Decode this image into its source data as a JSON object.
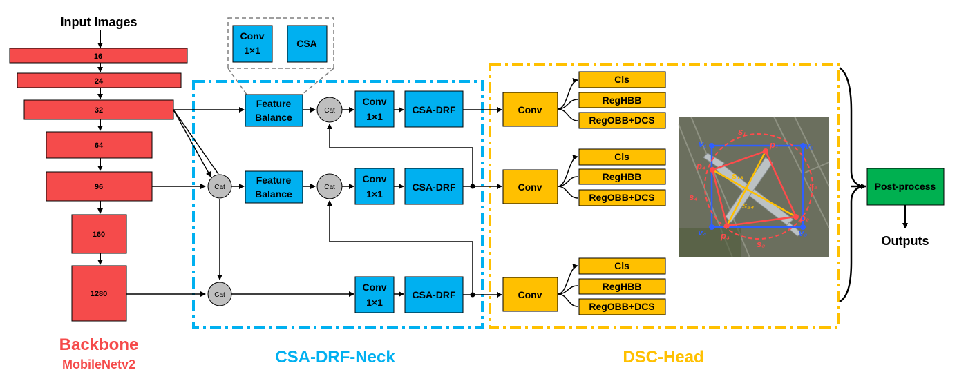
{
  "colors": {
    "backbone": "#f54b4b",
    "neck": "#00b0f0",
    "head": "#ffc000",
    "post": "#00b050",
    "cat": "#bfbfbf",
    "inset_dash": "#7f7f7f"
  },
  "input_label": "Input Images",
  "outputs_label": "Outputs",
  "backbone": {
    "title": "Backbone",
    "subtitle": "MobileNetv2",
    "stages": [
      "16",
      "24",
      "32",
      "64",
      "96",
      "160",
      "1280"
    ]
  },
  "inset": {
    "conv": [
      "Conv",
      "1×1"
    ],
    "csa": "CSA"
  },
  "neck": {
    "title": "CSA-DRF-Neck",
    "cat": "Cat",
    "feature_balance": [
      "Feature",
      "Balance"
    ],
    "conv": [
      "Conv",
      "1×1"
    ],
    "csa_drf": "CSA-DRF"
  },
  "head": {
    "title": "DSC-Head",
    "conv": "Conv",
    "outputs": [
      "Cls",
      "RegHBB",
      "RegOBB+DCS"
    ]
  },
  "post_process": "Post-process",
  "illustration": {
    "side_labels": [
      "s1",
      "s2",
      "s3",
      "s4"
    ],
    "vertex_labels": [
      "v1",
      "v2",
      "v3",
      "v4"
    ],
    "point_labels": [
      "p1",
      "p2",
      "p3",
      "p4"
    ],
    "diag_labels": [
      "s13",
      "s24"
    ]
  }
}
